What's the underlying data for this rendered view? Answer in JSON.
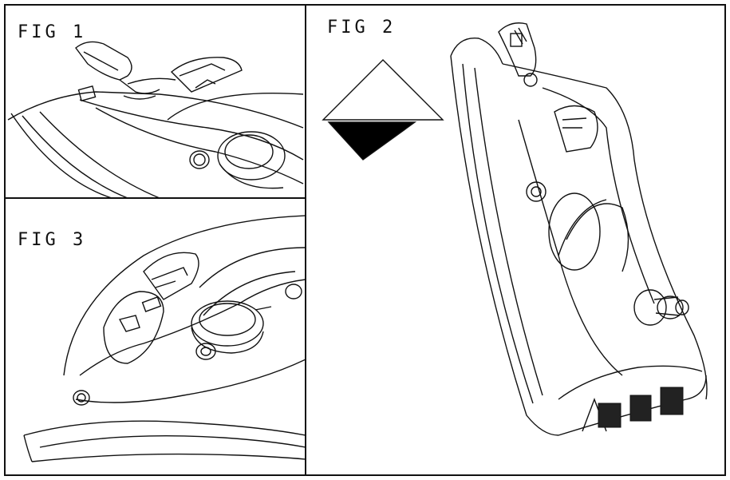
{
  "figures": {
    "fig1": {
      "label": "FIG 1"
    },
    "fig2": {
      "label": "FIG 2"
    },
    "fig3": {
      "label": "FIG 3"
    }
  },
  "colors": {
    "line": "#111111",
    "background": "#ffffff",
    "fill_dark": "#000000"
  },
  "icons": [
    "iron-illustration",
    "triangle-indicator"
  ]
}
